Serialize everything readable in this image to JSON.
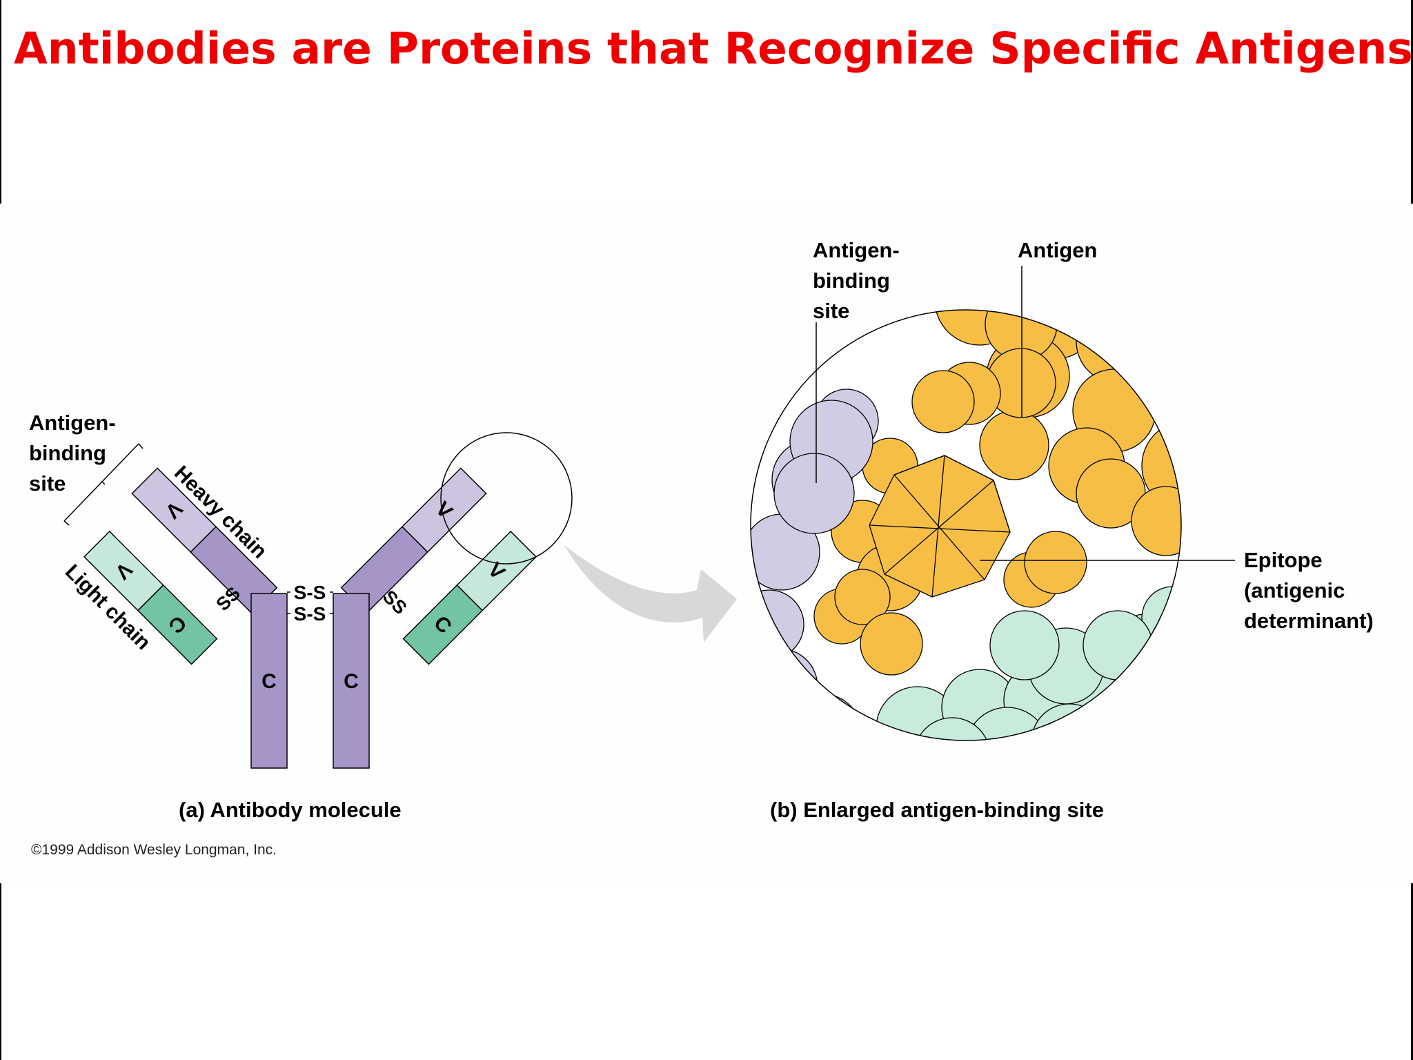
{
  "slide": {
    "title": "Antibodies are Proteins that Recognize Specific Antigens"
  },
  "figure_a": {
    "antigen_binding_site_lines": [
      "Antigen-",
      "binding",
      "site"
    ],
    "heavy_chain": "Heavy chain",
    "light_chain": "Light chain",
    "variable_region": "V",
    "constant_region": "C",
    "disulfide_bond": "S-S",
    "disulfide_bond_rotated": "SS",
    "caption": "(a) Antibody molecule",
    "copyright": "©1999 Addison Wesley Longman, Inc."
  },
  "figure_b": {
    "antigen_binding_site_lines": [
      "Antigen-",
      "binding",
      "site"
    ],
    "antigen": "Antigen",
    "epitope_lines": [
      "Epitope",
      "(antigenic",
      "determinant)"
    ],
    "caption": "(b) Enlarged antigen-binding site"
  },
  "colors": {
    "title": "#ee0000",
    "heavy_chain_constant": "#a696c8",
    "heavy_chain_variable": "#cdc4e0",
    "light_chain_variable": "#c6e8da",
    "light_chain_constant": "#73c4a3",
    "antigen": "#f6be45",
    "antibody_heavy_atoms": "#d1cbe3",
    "antibody_light_atoms": "#c8ebdc",
    "arrow": "#d8d8d8"
  }
}
